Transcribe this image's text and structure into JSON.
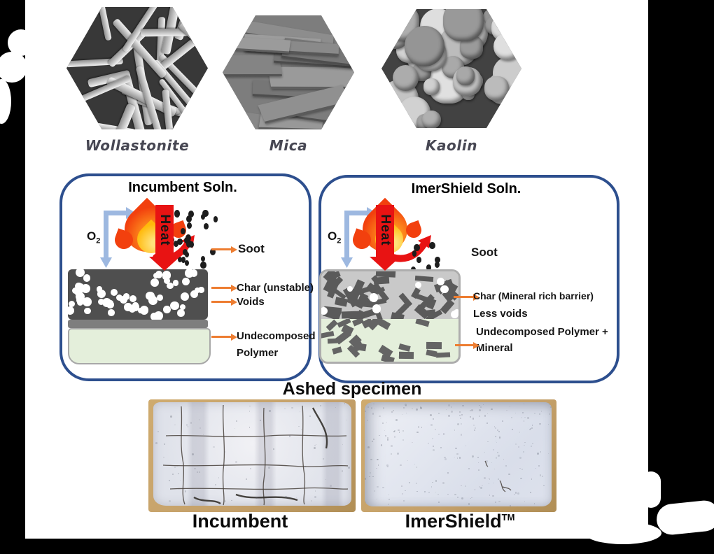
{
  "minerals": {
    "items": [
      {
        "label": "Wollastonite"
      },
      {
        "label": "Mica"
      },
      {
        "label": "Kaolin"
      }
    ]
  },
  "incumbent_panel": {
    "title": "Incumbent Soln.",
    "o2": "O",
    "o2_sub": "2",
    "heat": "Heat",
    "soot": "Soot",
    "char": "Char (unstable)",
    "voids": "Voids",
    "polymer_line1": "Undecomposed",
    "polymer_line2": "Polymer"
  },
  "imershield_panel": {
    "title": "ImerShield Soln.",
    "o2": "O",
    "o2_sub": "2",
    "heat": "Heat",
    "soot": "Soot",
    "char": "Char (Mineral rich barrier)",
    "voids": "Less voids",
    "polymer_line1": "Undecomposed Polymer +",
    "polymer_line2": "Mineral"
  },
  "ashed": {
    "title": "Ashed specimen",
    "left_label": "Incumbent",
    "right_label": "ImerShield",
    "right_label_sup": "TM"
  },
  "colors": {
    "panel_border": "#2D4F8E",
    "arrow_orange": "#ED7D31",
    "o2_arrow_blue": "#9DB8E0",
    "heat_arrow_red": "#E81313",
    "char_gray": "#4F4F4F",
    "separator_gray": "#7E7E7E",
    "polymer_green": "#E4EFDB",
    "container_gray": "#C9C9C9",
    "mineral_gray": "#5A5A5A",
    "label_text": "#151515",
    "mineral_label_text": "#474753",
    "cardboard_tan": "#C4A06A"
  }
}
